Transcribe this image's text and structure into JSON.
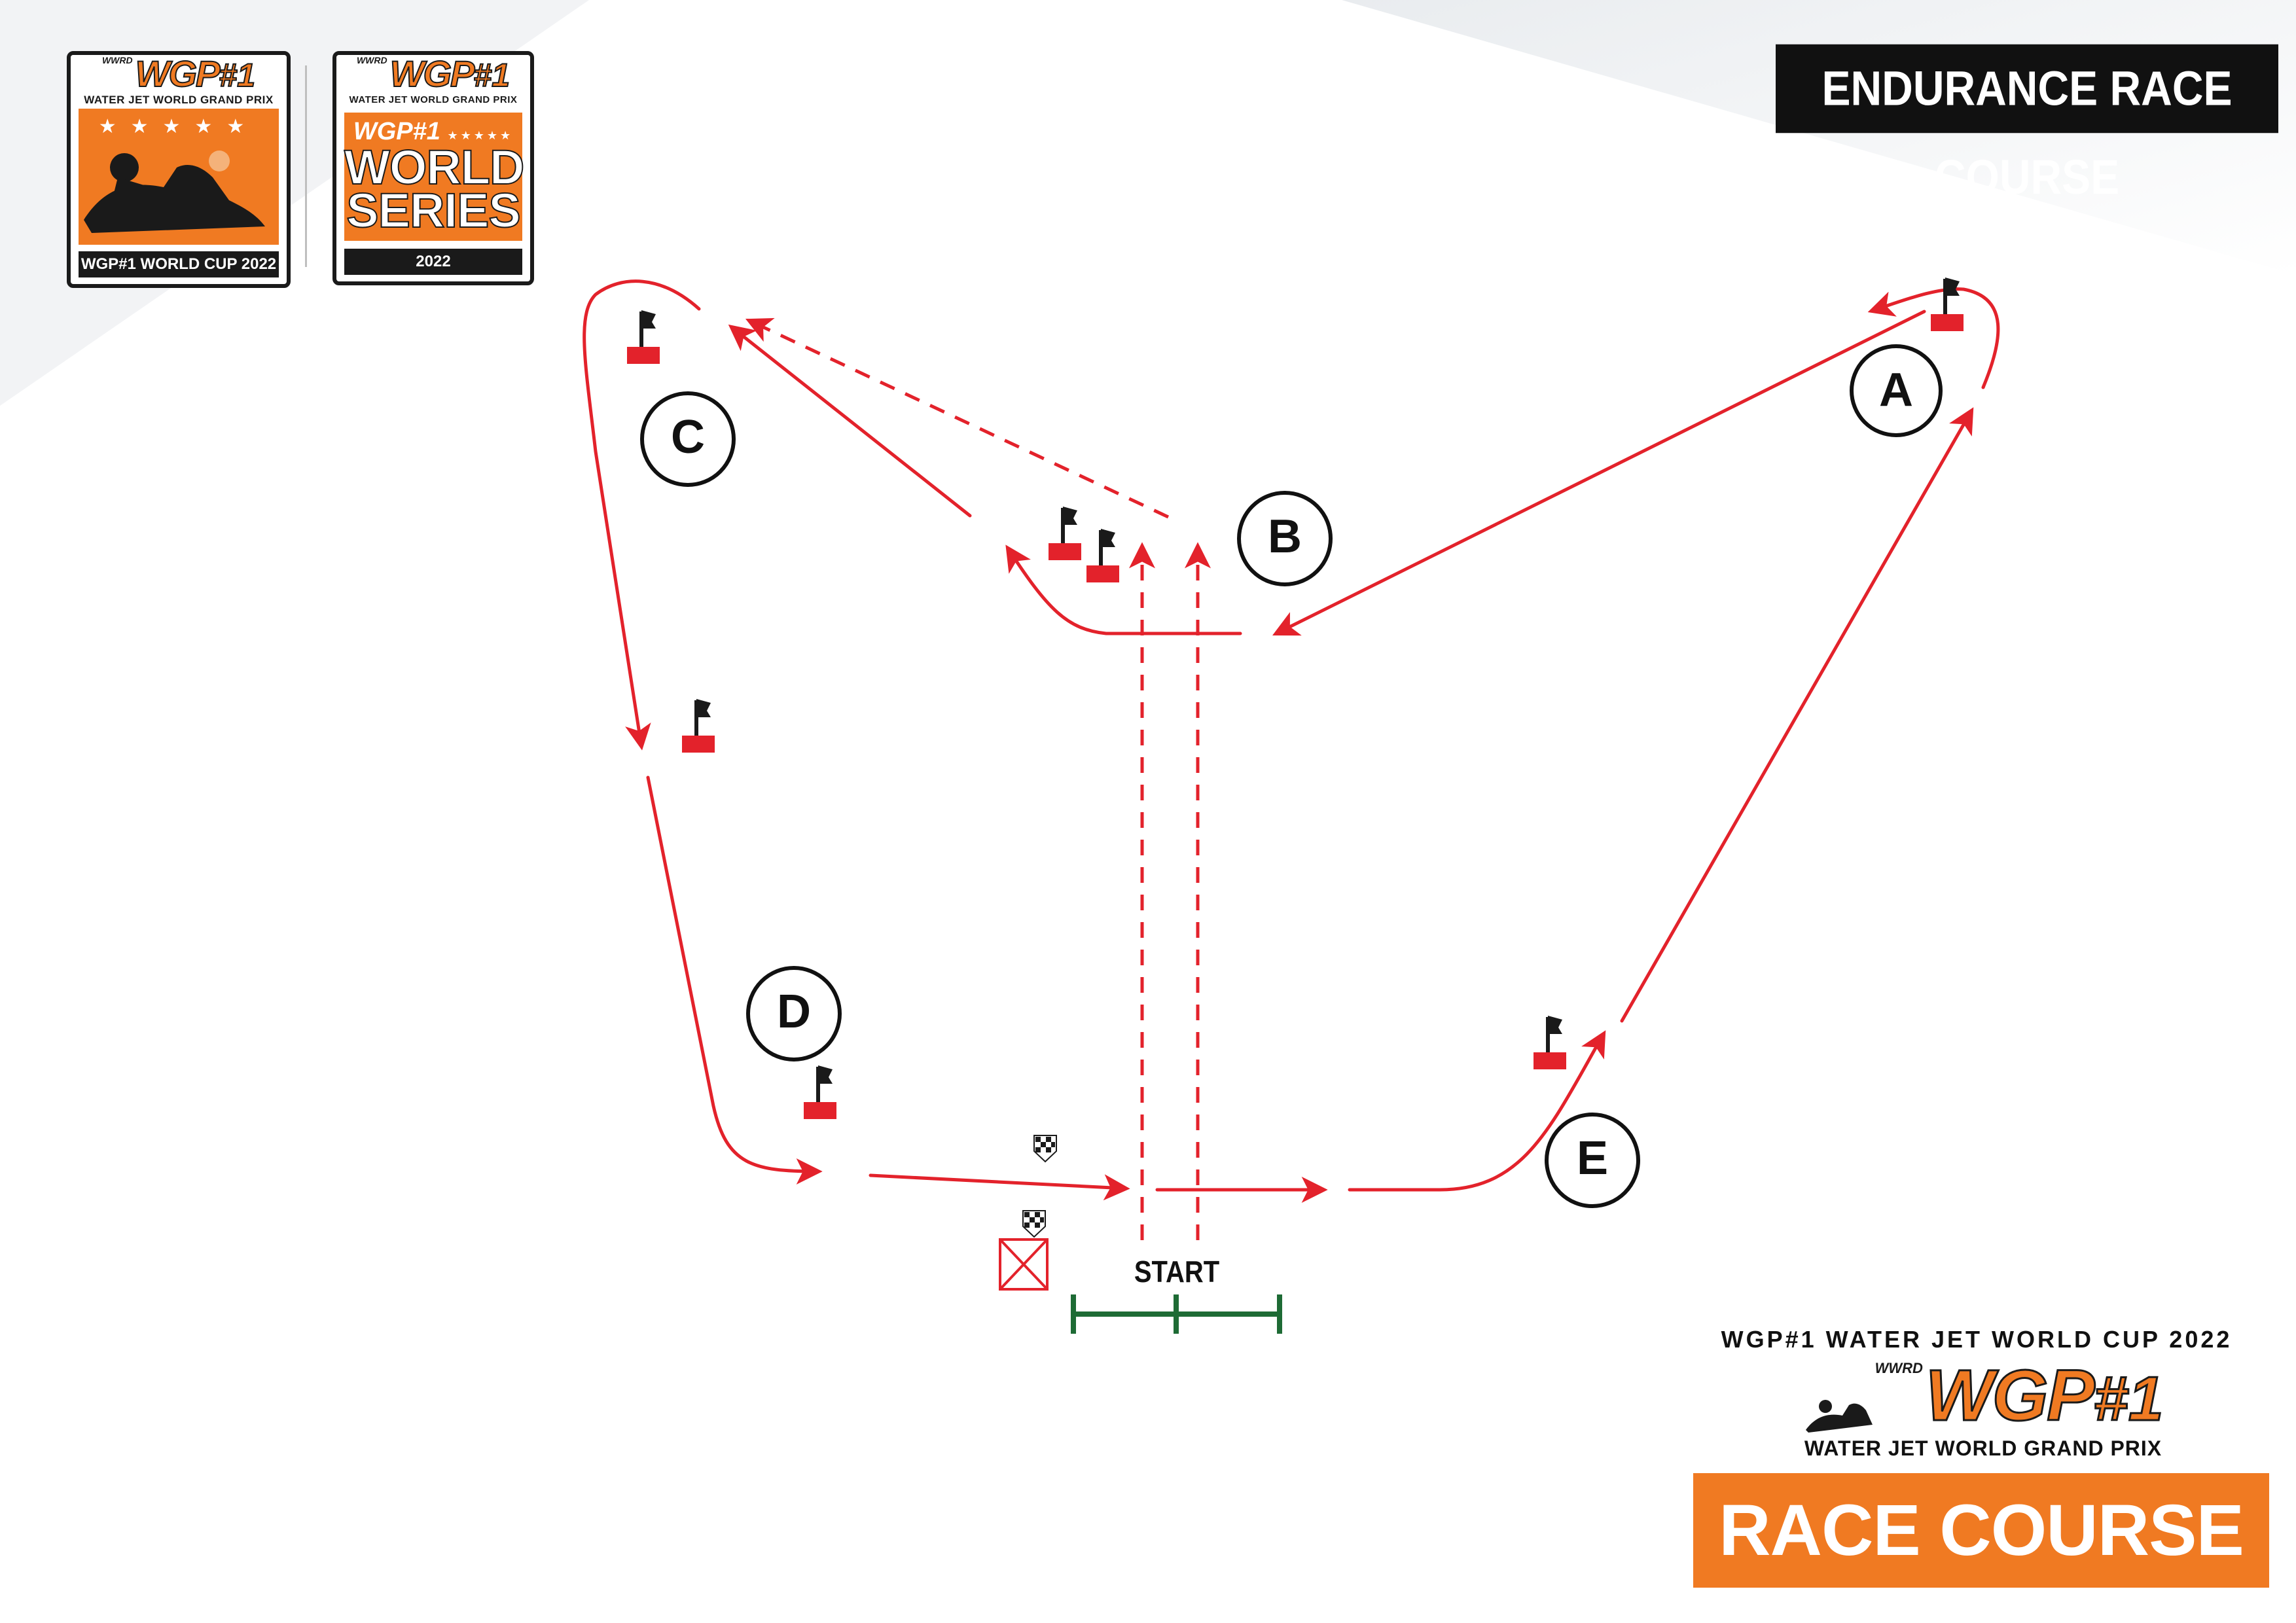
{
  "header": {
    "title": "ENDURANCE RACE COURSE"
  },
  "logos": {
    "world_cup": {
      "brand": "WGP",
      "brand_number": "#1",
      "maker": "WWRD",
      "subtitle": "WATER JET WORLD GRAND PRIX",
      "footer": "WGP#1 WORLD CUP 2022"
    },
    "world_series": {
      "brand": "WGP",
      "brand_number": "#1",
      "maker": "WWRD",
      "subtitle": "WATER JET WORLD GRAND PRIX",
      "line1": "WORLD",
      "line2": "SERIES",
      "footer": "2022"
    }
  },
  "course": {
    "buoys": [
      "A",
      "B",
      "C",
      "D",
      "E"
    ],
    "start_label": "START",
    "colors": {
      "track": "#e3222b",
      "buoy_flag": "#1a1a1a",
      "buoy_base": "#e3222b",
      "start_line": "#1e6b35",
      "brand_orange": "#f07a22"
    }
  },
  "footer": {
    "cup_title": "WGP#1 WATER JET WORLD CUP 2022",
    "logo_brand": "WGP",
    "logo_number": "#1",
    "logo_maker": "WWRD",
    "logo_subtitle": "WATER JET WORLD GRAND PRIX",
    "banner": "RACE COURSE"
  }
}
